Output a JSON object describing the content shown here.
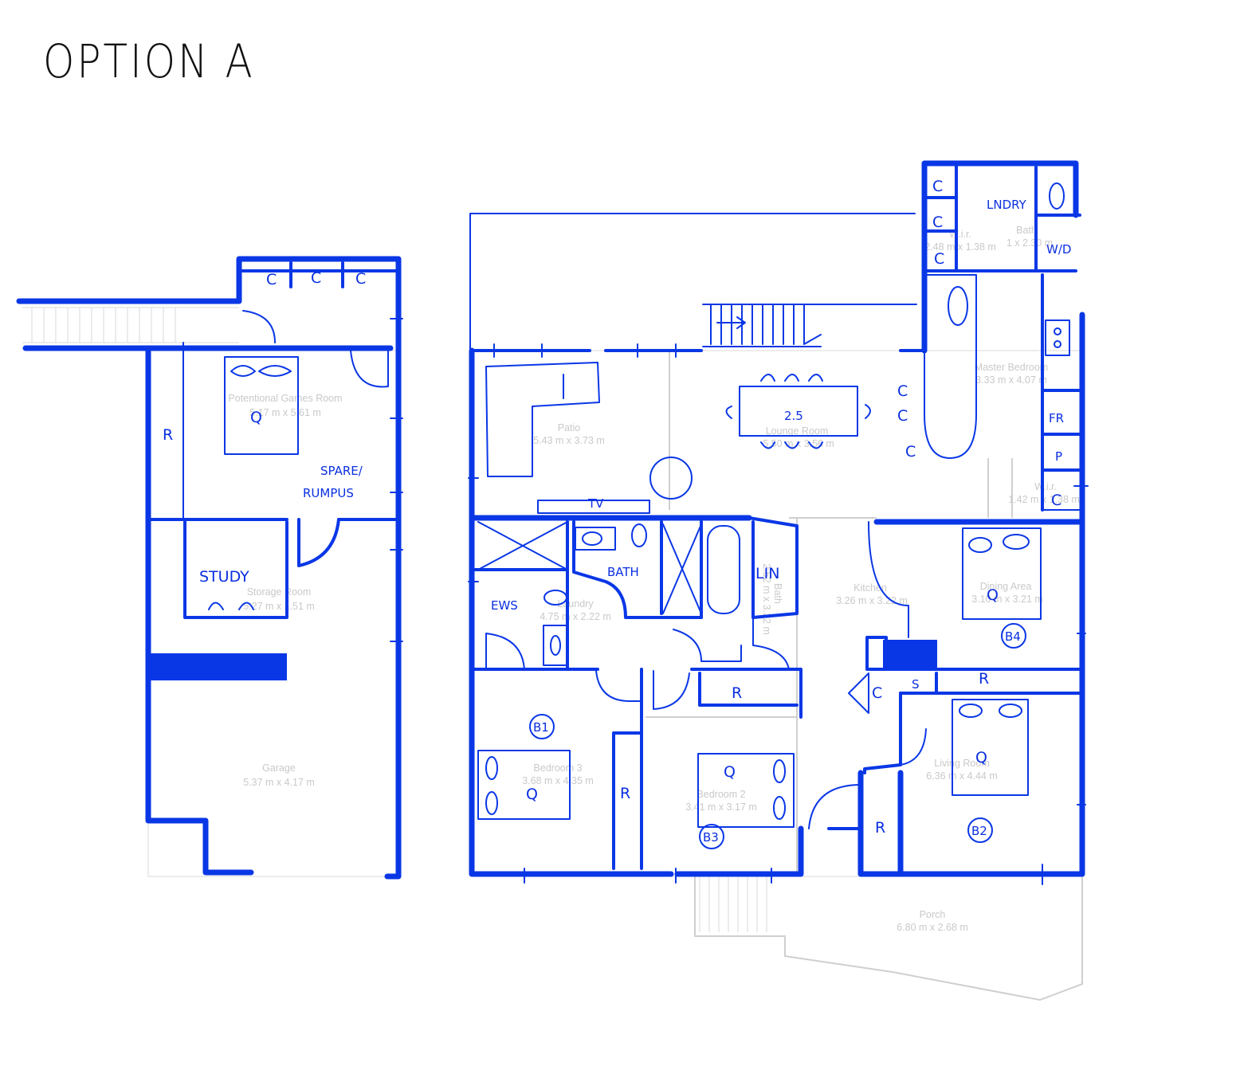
{
  "title": "OPTION A",
  "colors": {
    "ink": "#0a37e6",
    "printed": "#c9c9c9"
  },
  "rooms": {
    "games": {
      "name": "Potentional Games Room",
      "dims": "5.17 m x 5.61 m"
    },
    "storage": {
      "name": "Storage Room",
      "dims": "5.27 m x 1.51 m"
    },
    "garage": {
      "name": "Garage",
      "dims": "5.37 m x 4.17 m"
    },
    "patio": {
      "name": "Patio",
      "dims": "5.43 m x 3.73 m"
    },
    "lounge": {
      "name": "Lounge Room",
      "dims": "5.50 m x 3.56 m"
    },
    "master": {
      "name": "Master Bedroom",
      "dims": "3.33 m x 4.07 m"
    },
    "wir1": {
      "name": "W.i.r.",
      "dims": "2.48 m x 1.38 m"
    },
    "bath_top": {
      "name": "Bath",
      "dims": "1 x 2.30 m"
    },
    "wir2": {
      "name": "W.i.r.",
      "dims": "1.42 m x 1.38 m"
    },
    "laundry": {
      "name": "Laundry",
      "dims": "4.75 m x 2.22 m"
    },
    "bath_mid": {
      "name": "Bath",
      "dims": "2.52 m x 3.22 m"
    },
    "kitchen": {
      "name": "Kitchen",
      "dims": "3.26 m x 3.22 m"
    },
    "dining": {
      "name": "Dining Area",
      "dims": "3.10 m x 3.21 m"
    },
    "bedroom3": {
      "name": "Bedroom 3",
      "dims": "3.68 m x 4.35 m"
    },
    "bedroom2": {
      "name": "Bedroom 2",
      "dims": "3.41 m x 3.17 m"
    },
    "living": {
      "name": "Living Room",
      "dims": "6.36 m x 4.44 m"
    },
    "porch": {
      "name": "Porch",
      "dims": "6.80 m x 2.68 m"
    }
  },
  "notes": {
    "c": "C",
    "q": "Q",
    "r": "R",
    "s": "S",
    "p": "P",
    "fr": "FR",
    "tv": "TV",
    "bath": "BATH",
    "lin": "LIN",
    "ews": "EWS",
    "study": "STUDY",
    "spare": "SPARE/",
    "rumpus": "RUMPUS",
    "lndry": "LNDRY",
    "wd": "W/D",
    "table": "2.5",
    "b1": "B1",
    "b2": "B2",
    "b3": "B3",
    "b4": "B4"
  }
}
